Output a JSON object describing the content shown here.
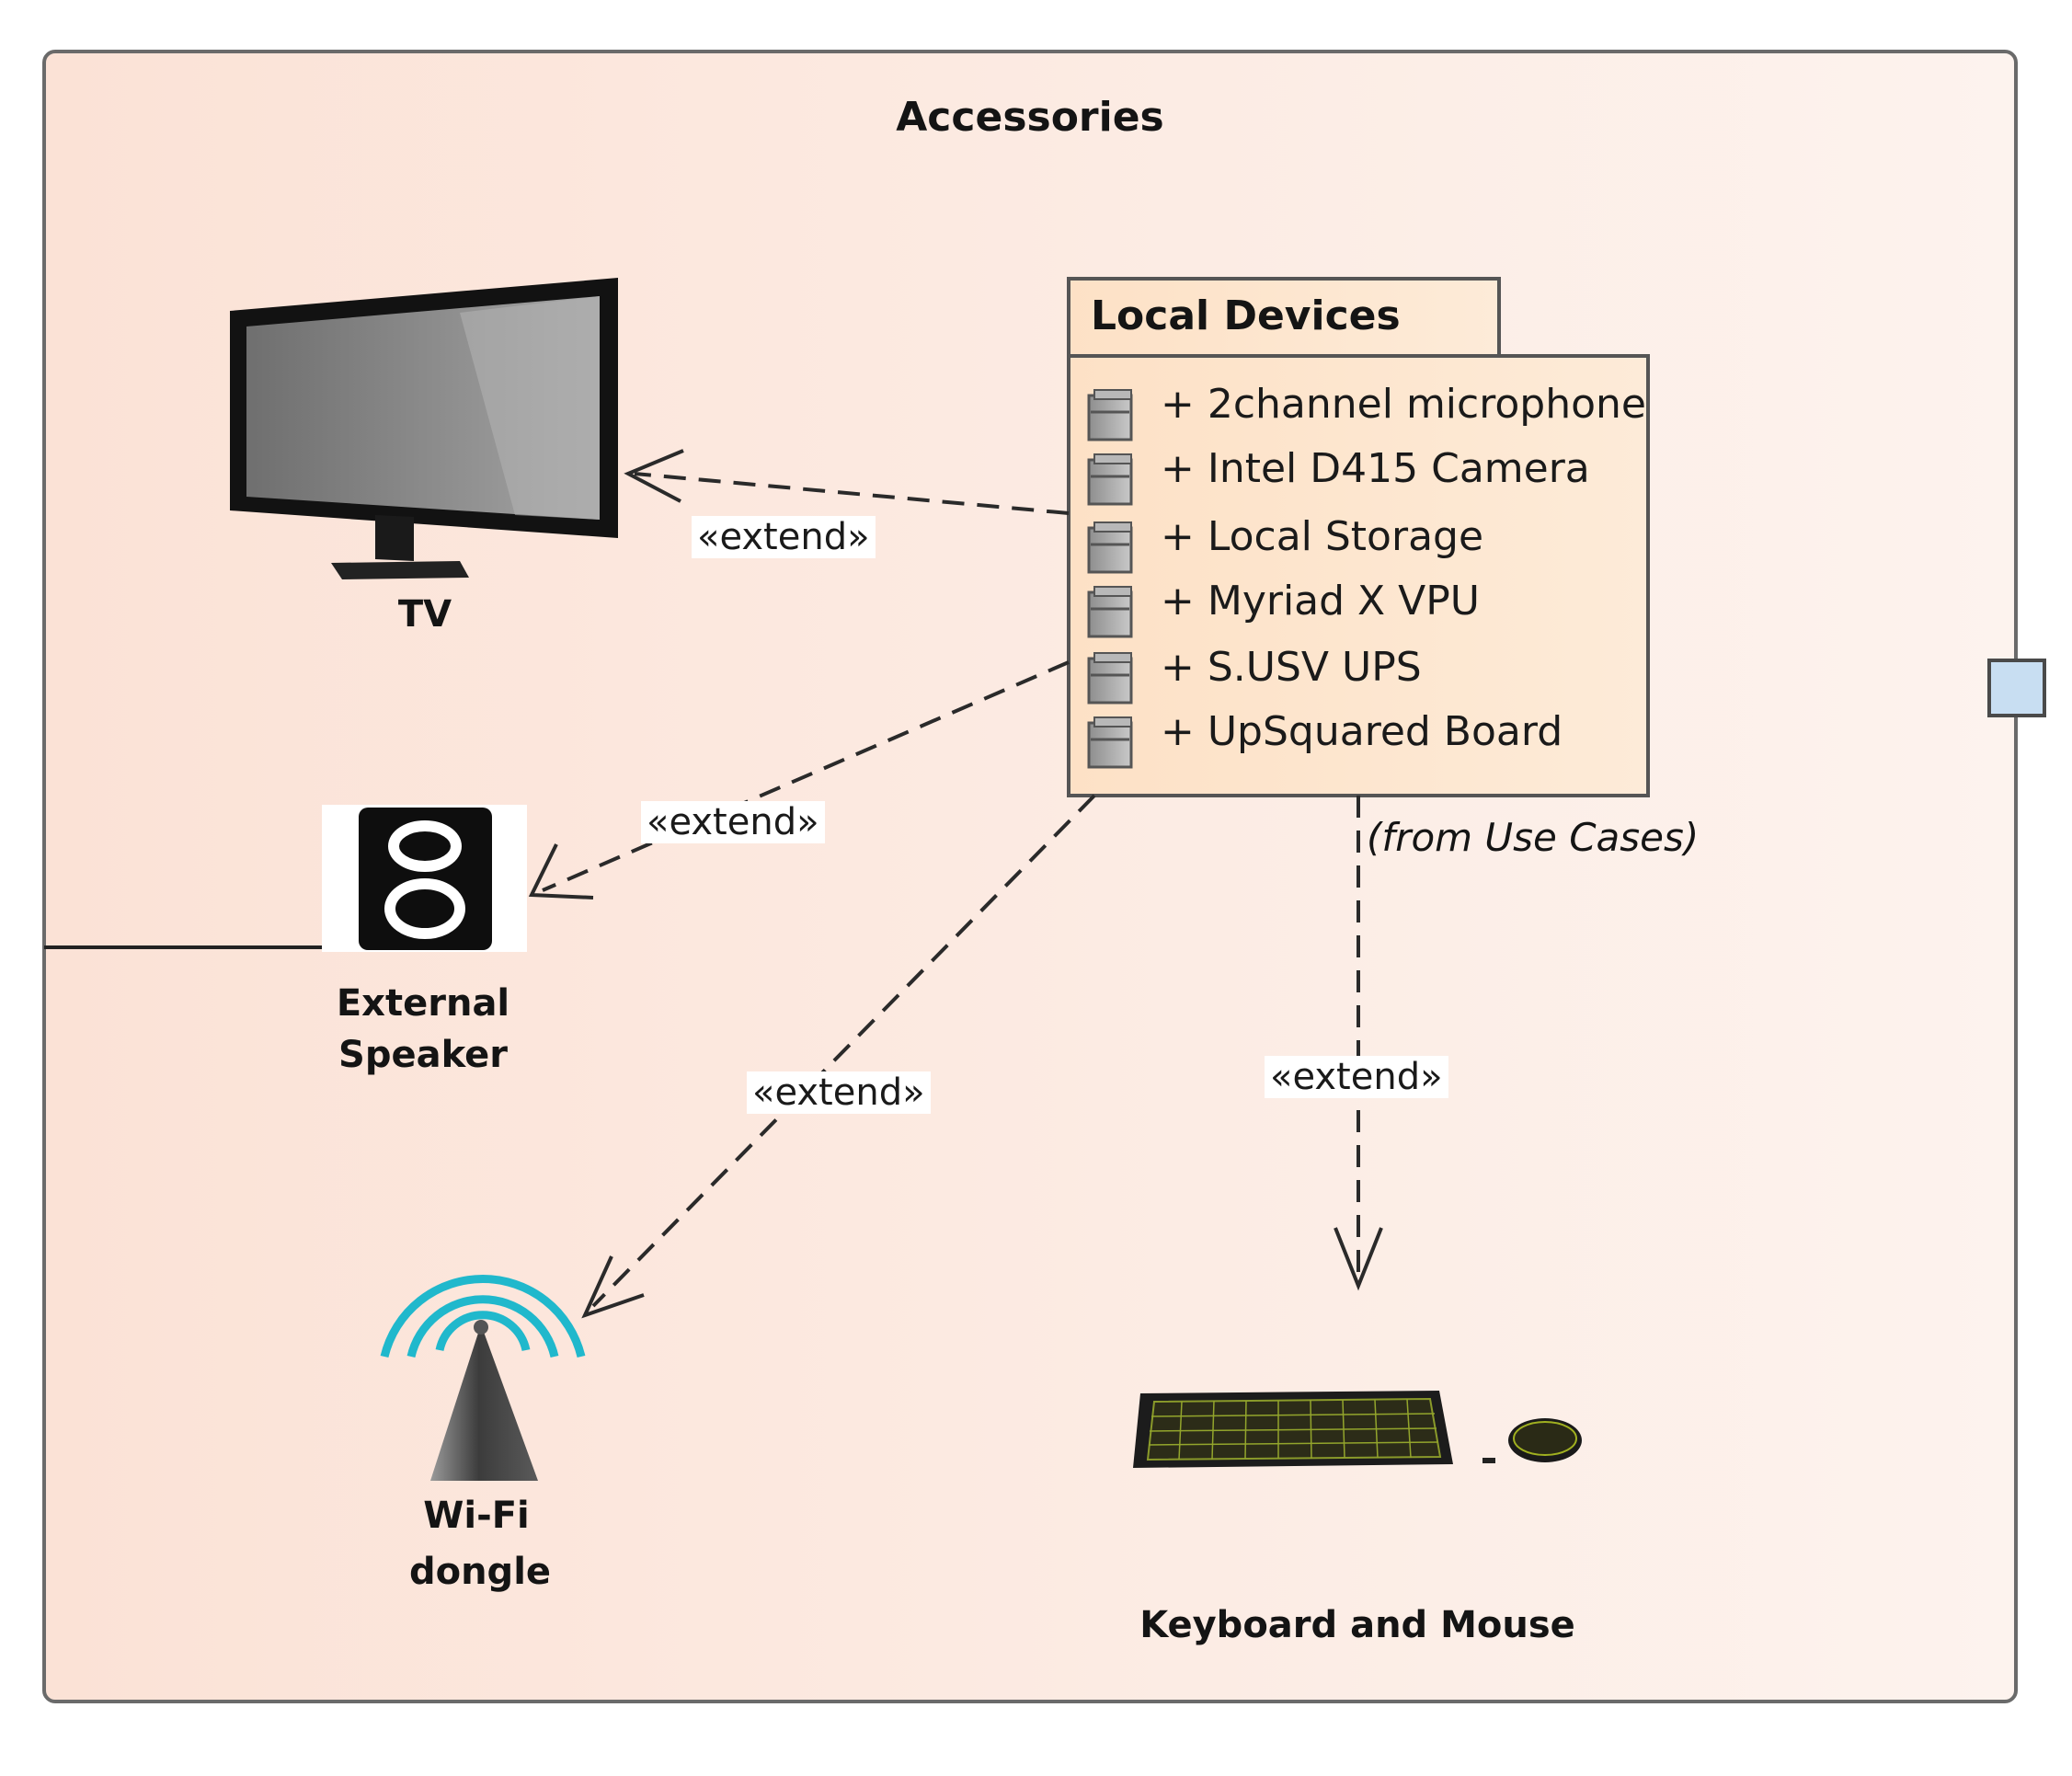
{
  "boundary": {
    "title": "Accessories"
  },
  "package": {
    "name": "Local Devices",
    "items": [
      "+ 2channel microphone",
      "+ Intel D415 Camera",
      "+ Local Storage",
      "+ Myriad X VPU",
      "+ S.USV UPS",
      "+ UpSquared Board"
    ],
    "origin_note": "(from Use Cases)"
  },
  "actors": {
    "tv": "TV",
    "speaker_line1": "External",
    "speaker_line2": "Speaker",
    "wifi_line1": "Wi-Fi",
    "wifi_line2": "dongle",
    "keyboard": "Keyboard and Mouse"
  },
  "relations": [
    {
      "label": "«extend»",
      "from": "Local Devices",
      "to": "TV"
    },
    {
      "label": "«extend»",
      "from": "Local Devices",
      "to": "External Speaker"
    },
    {
      "label": "«extend»",
      "from": "Local Devices",
      "to": "Wi-Fi dongle"
    },
    {
      "label": "«extend»",
      "from": "Local Devices",
      "to": "Keyboard and Mouse"
    }
  ],
  "colors": {
    "boundary_fill": "#fbe7dd",
    "package_fill": "#fde3c8",
    "port_fill": "#c8def2",
    "wifi_signal": "#1fb8cc"
  }
}
